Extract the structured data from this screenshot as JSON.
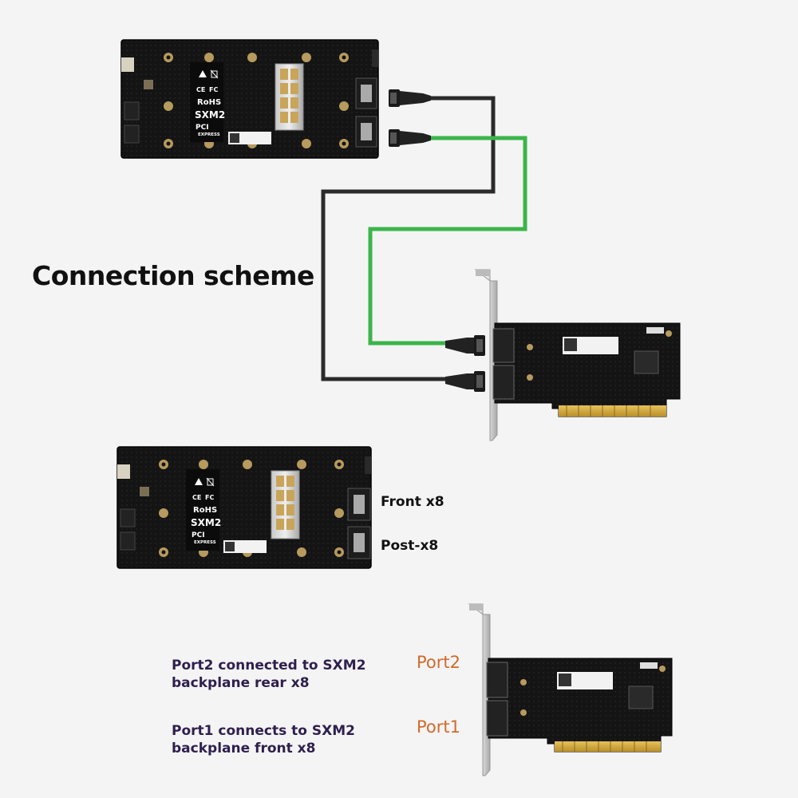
{
  "heading": "Connection scheme",
  "board_labels": {
    "rohs": "RoHS",
    "model": "SXM2",
    "pci": "PCI",
    "express": "EXPRESS",
    "ce": "CE",
    "fc": "FC"
  },
  "port_labels": {
    "front": "Front x8",
    "post": "Post-x8"
  },
  "ports": {
    "port2": "Port2",
    "port1": "Port1"
  },
  "notes": {
    "port2_line1": "Port2 connected to SXM2",
    "port2_line2": "backplane rear x8",
    "port1_line1": "Port1 connects to SXM2",
    "port1_line2": "backplane front x8"
  },
  "colors": {
    "cable_black": "#2b2b2b",
    "cable_green": "#3ab54a",
    "port_text": "#d26a2c",
    "note_text": "#2e1f4d",
    "pcb": "#141414"
  }
}
